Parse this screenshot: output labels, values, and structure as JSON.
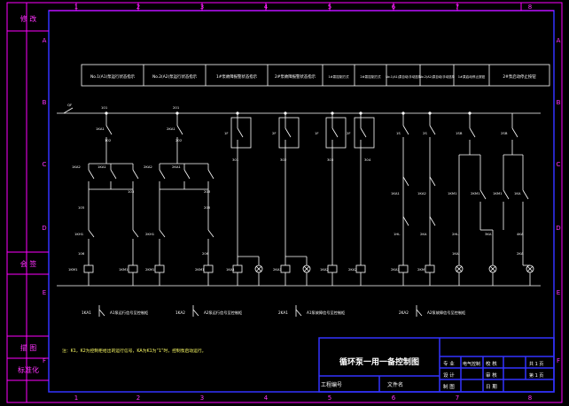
{
  "frame": {
    "colors": {
      "border": "#ff00ff",
      "inner": "#3333ff",
      "wire": "#ffffff",
      "label": "#ffffff",
      "note": "#ffff66"
    },
    "col_numbers": [
      "1",
      "2",
      "3",
      "4",
      "5",
      "6",
      "7",
      "8"
    ],
    "row_letters": [
      "A",
      "B",
      "C",
      "D",
      "E",
      "F"
    ],
    "side_labels": {
      "top": "修 改",
      "middle": "会 签",
      "lower1": "描 图",
      "lower2": "标准化"
    }
  },
  "circuit": {
    "function_headers": [
      "No.1(A1)泵运行状态指示",
      "No.2(A2)泵运行状态指示",
      "1#泵故障报警状态指示",
      "2#泵故障报警状态指示",
      "1#泵控制方式",
      "2#泵控制方式",
      "No.1(A1)泵自动/手动选择",
      "No.2(A2)泵自动/手动选择",
      "1#泵启动停止按钮",
      "2#泵启动停止按钮"
    ],
    "breaker": "QF",
    "labels": [
      "101",
      "1KA1",
      "102",
      "1KA2",
      "1KA1",
      "103",
      "105",
      "1KH1",
      "106",
      "1KM1",
      "1KM1",
      "201",
      "2KA1",
      "202",
      "2KA2",
      "2KA1",
      "203",
      "205",
      "2KH1",
      "206",
      "2KM1",
      "2KM1",
      "1F",
      "2F",
      "1F",
      "2F",
      "301",
      "302",
      "303",
      "304",
      "1KA1",
      "2KA1",
      "1KA2",
      "2KA2",
      "1S",
      "2S",
      "1KA1",
      "1KA2",
      "2KA1",
      "2KM",
      "1KM1",
      "2KM1",
      "1KM1",
      "1SB",
      "2SB",
      "1KA",
      "1HL",
      "2KA",
      "2HL",
      "3KA",
      "4KA",
      "1KA",
      "2KA"
    ],
    "legend": [
      {
        "code": "1KA1",
        "text": "A1泵运行信号至控制柜"
      },
      {
        "code": "1KA2",
        "text": "A2泵运行信号至控制柜"
      },
      {
        "code": "2KA1",
        "text": "A1泵故障信号至控制柜"
      },
      {
        "code": "2KA2",
        "text": "A2泵故障信号至控制柜"
      }
    ],
    "note": "注：K1，K2为控制柜给出的运行信号，KA为K1为“1”时，控制泵启动运行。"
  },
  "title_block": {
    "title": "循环泵一用一备控制图",
    "project_no_label": "工程编号",
    "file_no_label": "文件名",
    "specialty_label": "专 业",
    "specialty_value": "电气控制",
    "design_label": "设 计",
    "drawn_label": "制 图",
    "check_label": "校 核",
    "review_label": "审 核",
    "date_label": "日 期",
    "sheets_total": "共 1 页",
    "sheet_no": "第 1 页"
  }
}
